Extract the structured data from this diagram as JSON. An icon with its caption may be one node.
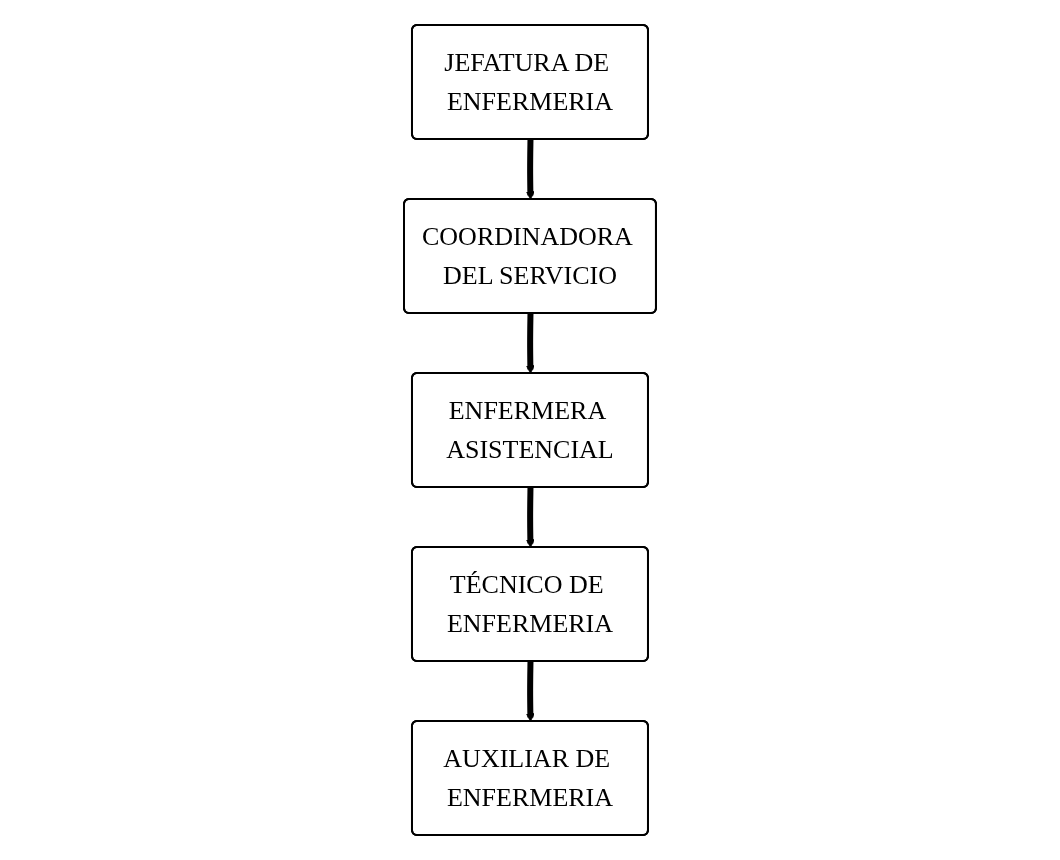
{
  "diagram": {
    "nodes": [
      {
        "text": [
          "JEFATURA DE ENFERMERIA"
        ]
      },
      {
        "text": [
          "COORDINADORA DEL SERVICIO"
        ]
      },
      {
        "text": [
          "ENFERMERA ASISTENCIAL"
        ]
      },
      {
        "text": [
          "TÉCNICO DE ENFERMERIA"
        ]
      },
      {
        "text": [
          "AUXILIAR DE ENFERMERIA"
        ]
      }
    ],
    "edges": [
      {
        "from": 0,
        "to": 1,
        "arrow": "to"
      },
      {
        "from": 1,
        "to": 2,
        "arrow": "to"
      },
      {
        "from": 2,
        "to": 3,
        "arrow": "to"
      },
      {
        "from": 3,
        "to": 4,
        "arrow": "to"
      }
    ]
  }
}
